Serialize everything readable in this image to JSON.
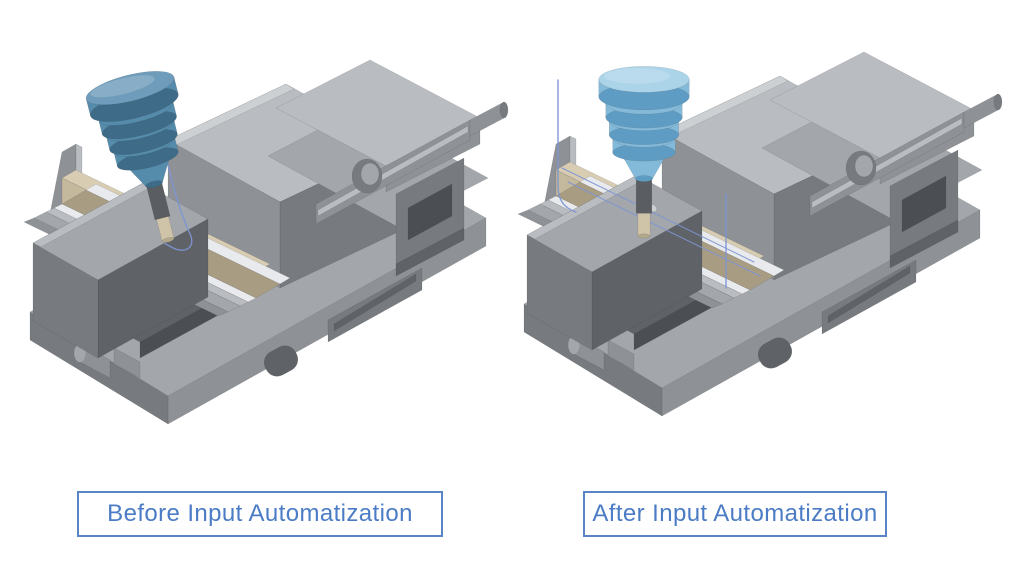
{
  "page": {
    "background": "#ffffff"
  },
  "panels": [
    {
      "id": "before",
      "label": "Before Input Automatization",
      "render_alt": "3D CAD render of a machine vise clamping an angled workpiece, milling tool tilted off-axis above the part"
    },
    {
      "id": "after",
      "label": "After Input Automatization",
      "render_alt": "3D CAD render of the same machine vise with the milling tool aligned vertically and blue toolpath guide lines along the workpiece"
    }
  ],
  "colors": {
    "background": "#ffffff",
    "label_text": "#4b7cc5",
    "label_border": "#5b84c4",
    "toolpath": "#7d95d4",
    "tool_before_face": "#6e9cba",
    "tool_before_mid": "#558bab",
    "tool_before_dark": "#3e6b87",
    "tool_after_face": "#abd4e9",
    "tool_after_mid": "#84bad9",
    "tool_after_dark": "#5f9cc3",
    "cutter_shank": "#5a5d61",
    "cutter_tip": "#cfc3a8",
    "cutter_tip_dark": "#b2a68b",
    "workpiece_light": "#d8cdb3",
    "workpiece_mid": "#c4b89d",
    "workpiece_dark": "#a89c82",
    "jaw_plate": "#e8eaed",
    "steel_light": "#cdd0d3",
    "steel_top": "#b9bcc0",
    "steel_mid": "#a3a6aa",
    "steel": "#8e9195",
    "steel_shade": "#777a7e",
    "steel_dark": "#5f6266",
    "steel_darker": "#4b4e52"
  }
}
